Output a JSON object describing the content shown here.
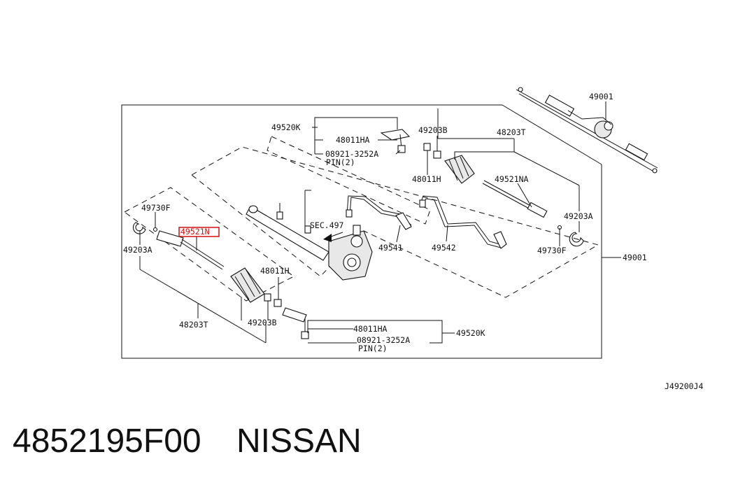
{
  "diagram_code": "J49200J4",
  "footer": {
    "part_number": "4852195F00",
    "brand": "NISSAN"
  },
  "callouts": {
    "rack_top": "49001",
    "assembly": "49001",
    "tie_rod_end_top": "49520K",
    "nut_top": "48011HA",
    "pin_top": "08921-3252A",
    "pin_top_qty": "PIN(2)",
    "clamp_top": "49203B",
    "nut_top2": "48011H",
    "boot_kit_top": "48203T",
    "socket_right": "49521NA",
    "band_right": "49203A",
    "ring_right": "49730F",
    "ring_left": "49730F",
    "socket_left": "49521N",
    "band_left": "49203A",
    "sec": "SEC.497",
    "tube_a": "49541",
    "tube_b": "49542",
    "nut_bottom2": "48011H",
    "boot_kit_bottom": "48203T",
    "clamp_bottom": "49203B",
    "nut_bottom": "48011HA",
    "tie_rod_end_bottom": "49520K",
    "pin_bottom": "08921-3252A",
    "pin_bottom_qty": "PIN(2)"
  },
  "highlight_color": "#d01010"
}
